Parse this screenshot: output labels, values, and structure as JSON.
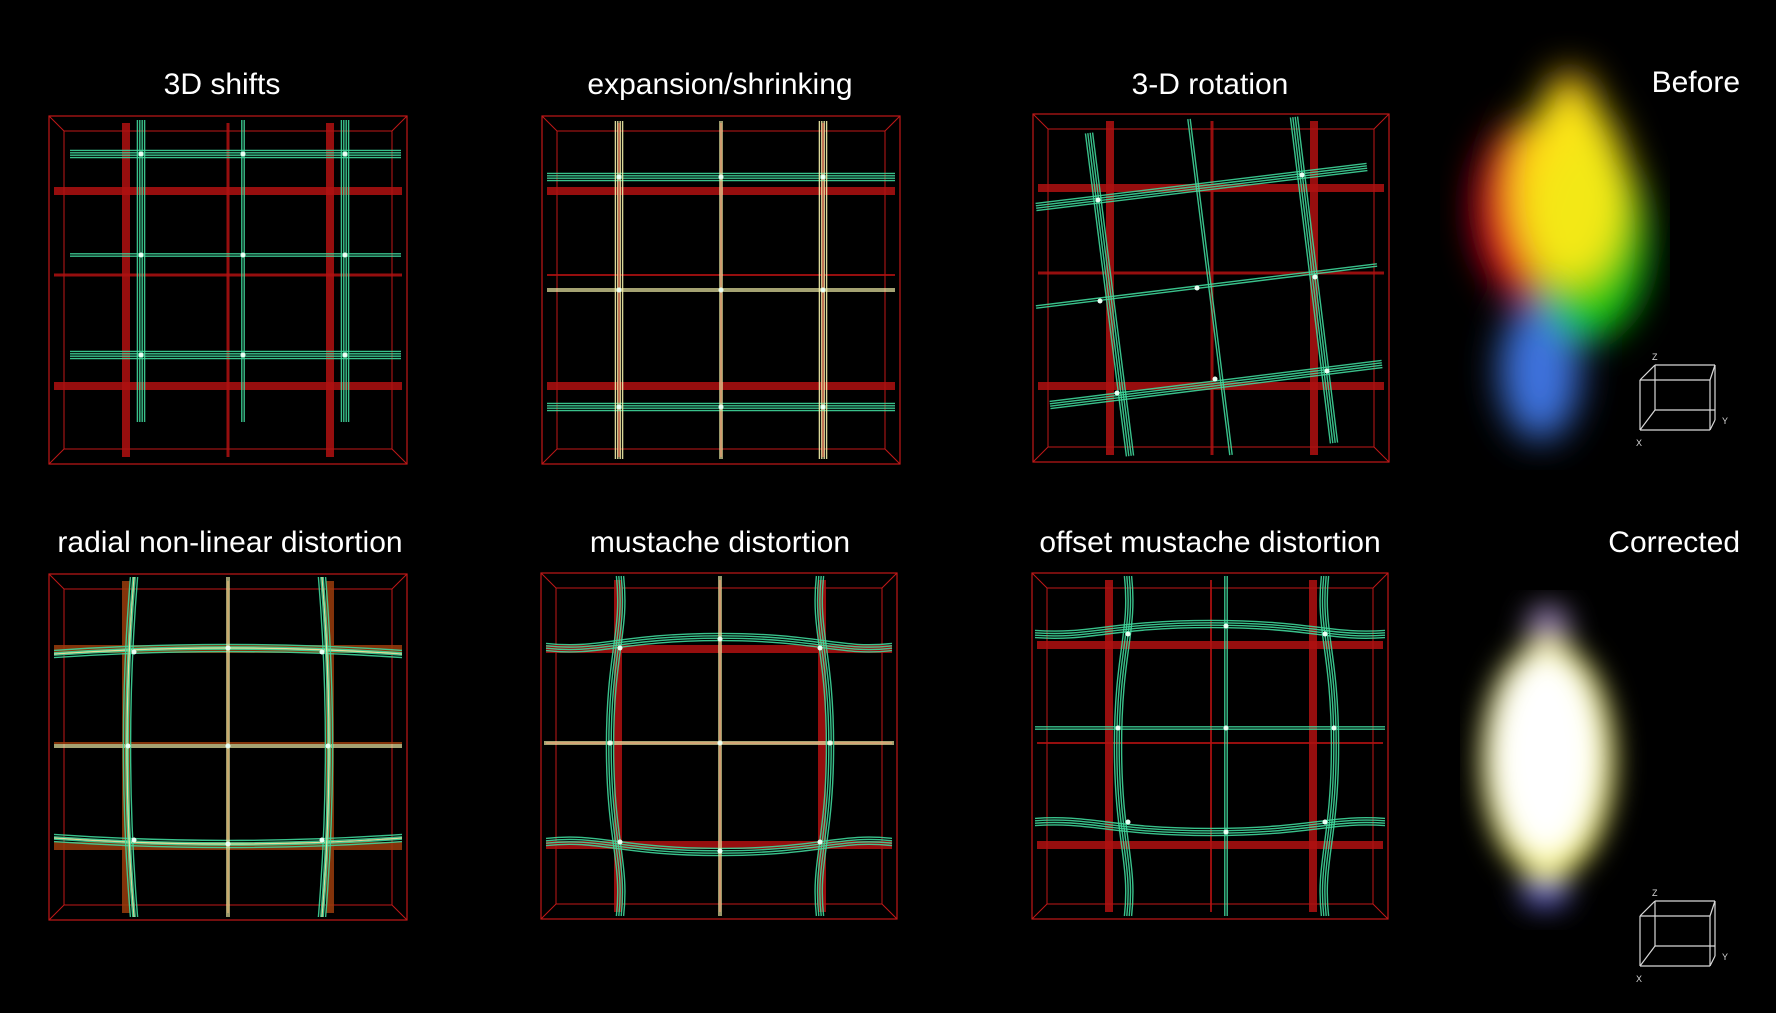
{
  "panels": [
    {
      "id": "shifts",
      "title": "3D shifts"
    },
    {
      "id": "expansion",
      "title": "expansion/shrinking"
    },
    {
      "id": "rotation",
      "title": "3-D rotation"
    },
    {
      "id": "radial",
      "title": "radial non-linear distortion"
    },
    {
      "id": "mustache",
      "title": "mustache distortion"
    },
    {
      "id": "offset",
      "title": "offset mustache distortion"
    }
  ],
  "blobs": {
    "before_label": "Before",
    "after_label": "Corrected",
    "axes": {
      "x": "X",
      "y": "Y",
      "z": "Z"
    }
  },
  "colors": {
    "reference_grid": "#b01010",
    "distorted_grid": "#3fd69a",
    "overlap": "#f2f0a8",
    "box": "#c01818"
  }
}
